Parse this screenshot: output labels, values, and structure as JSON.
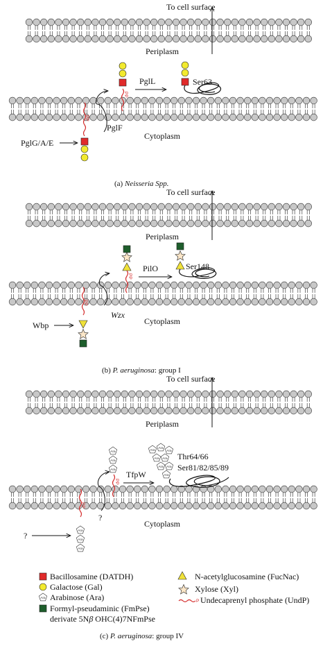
{
  "panels": [
    {
      "id": "a",
      "surface_label": "To cell surface",
      "periplasm_label": "Periplasm",
      "cytoplasm_label": "Cytoplasm",
      "caption_prefix": "(a) ",
      "caption_italic": "Neisseria Spp.",
      "caption_rest": "",
      "enzymes": {
        "assembly": "PglG/A/E",
        "flippase": "PglF",
        "transferase": "PglL"
      },
      "site": "Ser63"
    },
    {
      "id": "b",
      "surface_label": "To cell surface",
      "periplasm_label": "Periplasm",
      "cytoplasm_label": "Cytoplasm",
      "caption_prefix": "(b) ",
      "caption_italic": "P. aeruginosa",
      "caption_rest": ": group I",
      "enzymes": {
        "assembly": "Wbp",
        "flippase": "Wzx",
        "transferase": "PilO"
      },
      "site": "Ser148"
    },
    {
      "id": "c",
      "surface_label": "To cell surface",
      "periplasm_label": "Periplasm",
      "cytoplasm_label": "Cytoplasm",
      "caption_prefix": "(c) ",
      "caption_italic": "P. aeruginosa",
      "caption_rest": ": group IV",
      "enzymes": {
        "assembly": "?",
        "flippase": "?",
        "transferase": "TfpW"
      },
      "sites": [
        "Thr64/66",
        "Ser81/82/85/89"
      ]
    }
  ],
  "pp_label": "PP",
  "ara_glyph": "Ara",
  "legend": {
    "bacillosamine": "Bacillosamine (DATDH)",
    "galactose": "Galactose (Gal)",
    "arabinose": "Arabinose (Ara)",
    "fmpse_line1": "Formyl-pseudaminic (FmPse)",
    "fmpse_line2_a": "derivate 5N",
    "fmpse_line2_beta": "β",
    "fmpse_line2_b": " OHC(4)7NFmPse",
    "glcnac": "N-acetylglucosamine (FucNac)",
    "xylose": "Xylose (Xyl)",
    "undp_p": "P",
    "undp": "Undecaprenyl phosphate (UndP)"
  },
  "colors": {
    "bacillosamine": "#e02a2a",
    "galactose": "#f2ea2f",
    "fmpse": "#1e5e2c",
    "glcnac": "#f0e23a",
    "xylose": "#fbe6c8",
    "arabinose": "#ffffff",
    "lipid_head": "#c8c8c8",
    "undp": "#d42a2a"
  }
}
